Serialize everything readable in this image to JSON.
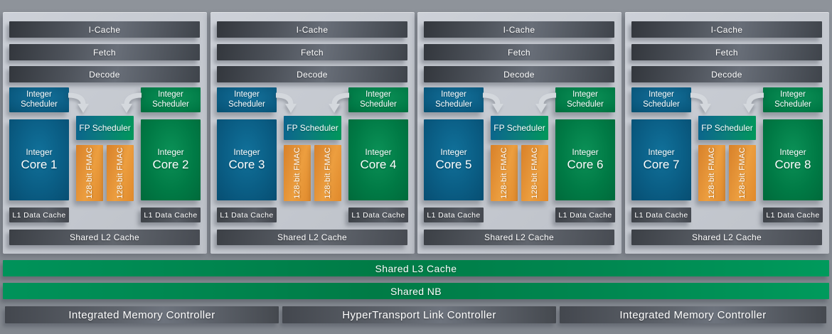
{
  "shared": {
    "icache": "I-Cache",
    "fetch": "Fetch",
    "decode": "Decode",
    "int_scheduler": "Integer\nScheduler",
    "fp_scheduler": "FP Scheduler",
    "fmac": "128-bit FMAC",
    "l1": "L1 Data Cache",
    "l2": "Shared L2 Cache",
    "core_prefix": "Integer"
  },
  "modules": [
    {
      "left_core": "Core 1",
      "right_core": "Core 2"
    },
    {
      "left_core": "Core 3",
      "right_core": "Core 4"
    },
    {
      "left_core": "Core 5",
      "right_core": "Core 6"
    },
    {
      "left_core": "Core 7",
      "right_core": "Core 8"
    }
  ],
  "bottom": {
    "l3": "Shared L3 Cache",
    "nb": "Shared NB",
    "imc_left": "Integrated Memory Controller",
    "ht": "HyperTransport Link Controller",
    "imc_right": "Integrated Memory Controller"
  },
  "colors": {
    "background": "#898e95",
    "panel": "#c4c8cf",
    "dark_bar": "#4d525a",
    "blue_box": "#0a5d84",
    "green_box": "#007a45",
    "orange_box": "#e6932f",
    "green_bar": "#008750",
    "arrow": "#d4d8dd",
    "text": "#ffffff"
  }
}
